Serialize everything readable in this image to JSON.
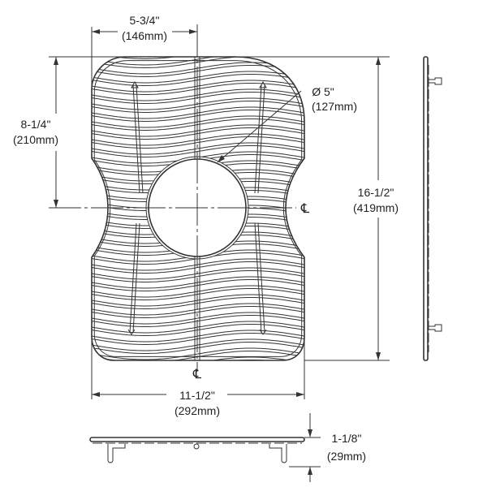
{
  "dimensions": {
    "half_width": {
      "imperial": "5-3/4\"",
      "metric": "(146mm)"
    },
    "half_length": {
      "imperial": "8-1/4\"",
      "metric": "(210mm)"
    },
    "hole_diameter": {
      "imperial": "Ø 5\"",
      "metric": "(127mm)"
    },
    "length": {
      "imperial": "16-1/2\"",
      "metric": "(419mm)"
    },
    "width": {
      "imperial": "11-1/2\"",
      "metric": "(292mm)"
    },
    "height": {
      "imperial": "1-1/8\"",
      "metric": "(29mm)"
    }
  },
  "centerline_symbol": "℄",
  "colors": {
    "line": "#333333",
    "background": "#ffffff"
  }
}
